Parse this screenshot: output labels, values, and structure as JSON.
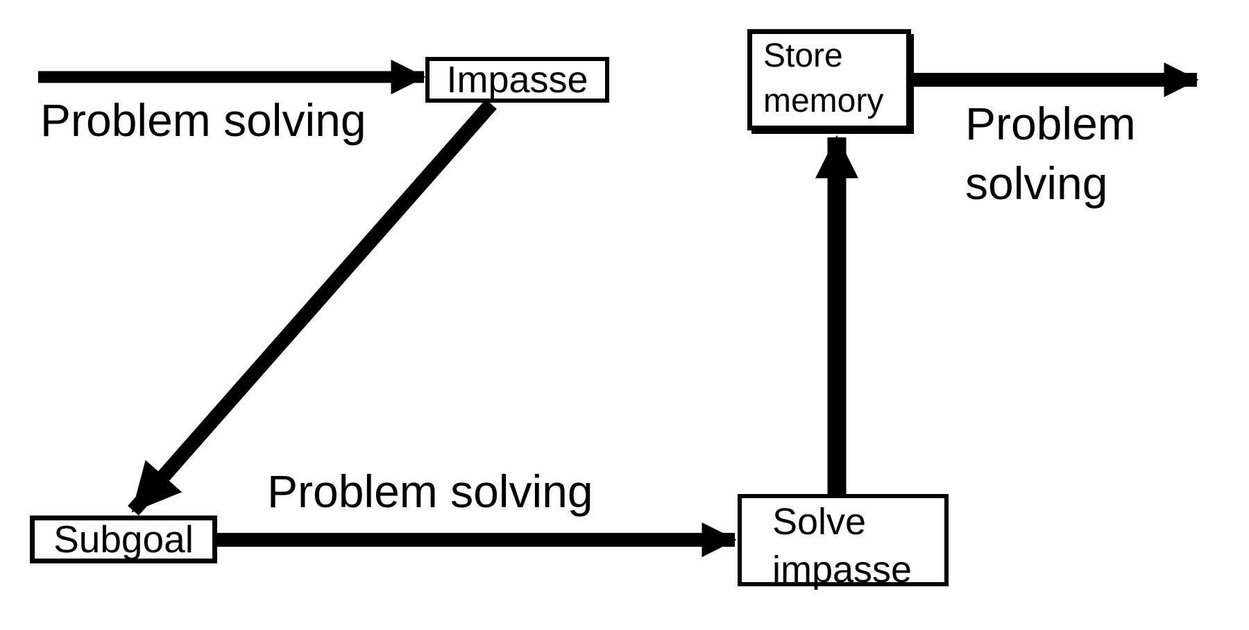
{
  "figure": {
    "type": "flow-diagram",
    "background_color": "#ffffff",
    "ink_color": "#000000",
    "boxes": {
      "impasse": {
        "label": "Impasse"
      },
      "subgoal": {
        "label": "Subgoal"
      },
      "store_memory": {
        "label": "Store\nmemory"
      },
      "solve_impasse": {
        "label": "Solve\nimpasse"
      }
    },
    "edge_labels": {
      "top_left": "Problem solving",
      "bottom": "Problem solving",
      "right": "Problem\nsolving"
    },
    "edges": [
      {
        "from": "start",
        "to": "impasse",
        "label": "Problem solving",
        "direction": "right"
      },
      {
        "from": "impasse",
        "to": "subgoal",
        "label": "",
        "direction": "down-left"
      },
      {
        "from": "subgoal",
        "to": "solve_impasse",
        "label": "Problem solving",
        "direction": "right"
      },
      {
        "from": "solve_impasse",
        "to": "store_memory",
        "label": "",
        "direction": "up"
      },
      {
        "from": "store_memory",
        "to": "end",
        "label": "Problem solving",
        "direction": "right"
      }
    ]
  }
}
